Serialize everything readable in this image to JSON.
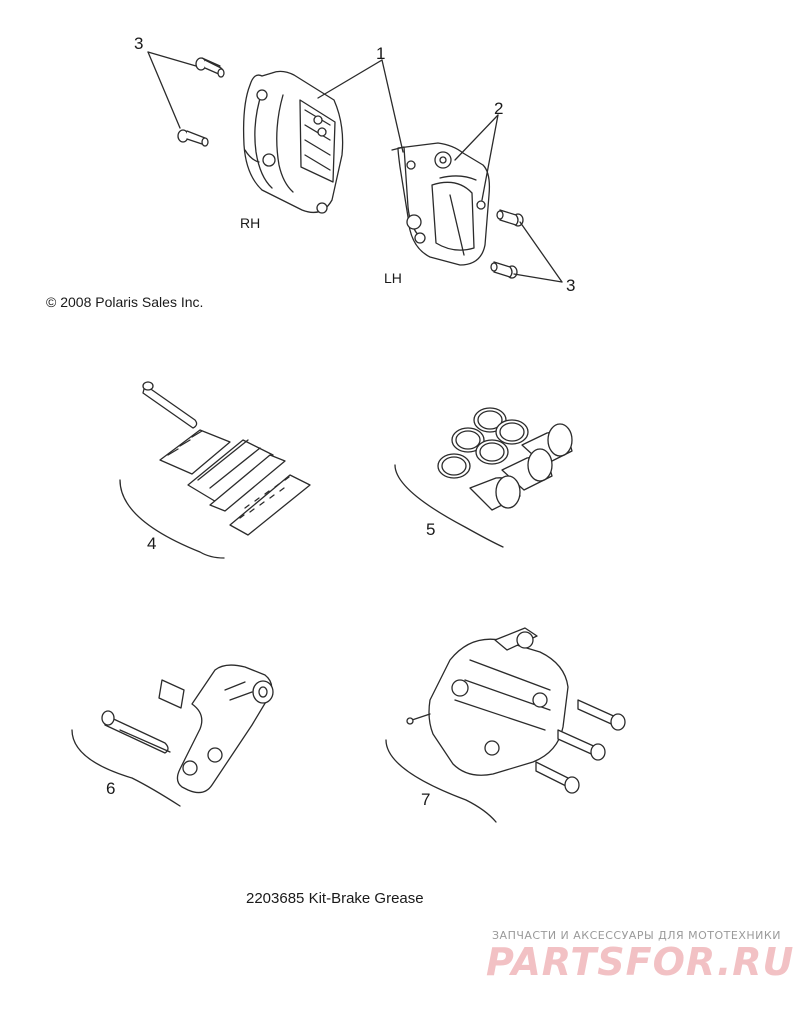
{
  "callouts": {
    "c1": "1",
    "c2": "2",
    "c3a": "3",
    "c3b": "3",
    "c4": "4",
    "c5": "5",
    "c6": "6",
    "c7": "7"
  },
  "side_labels": {
    "rh": "RH",
    "lh": "LH"
  },
  "copyright": "© 2008 Polaris Sales Inc.",
  "kit_note": "2203685 Kit-Brake Grease",
  "watermark": {
    "tagline": "ЗАПЧАСТИ И АКСЕССУАРЫ ДЛЯ МОТОТЕХНИКИ",
    "logo": "PARTSFOR.RU"
  },
  "colors": {
    "line": "#2b2b2b",
    "fill": "#ffffff",
    "shade": "#d6d6d6",
    "watermark_logo": "#f2c1c4"
  }
}
